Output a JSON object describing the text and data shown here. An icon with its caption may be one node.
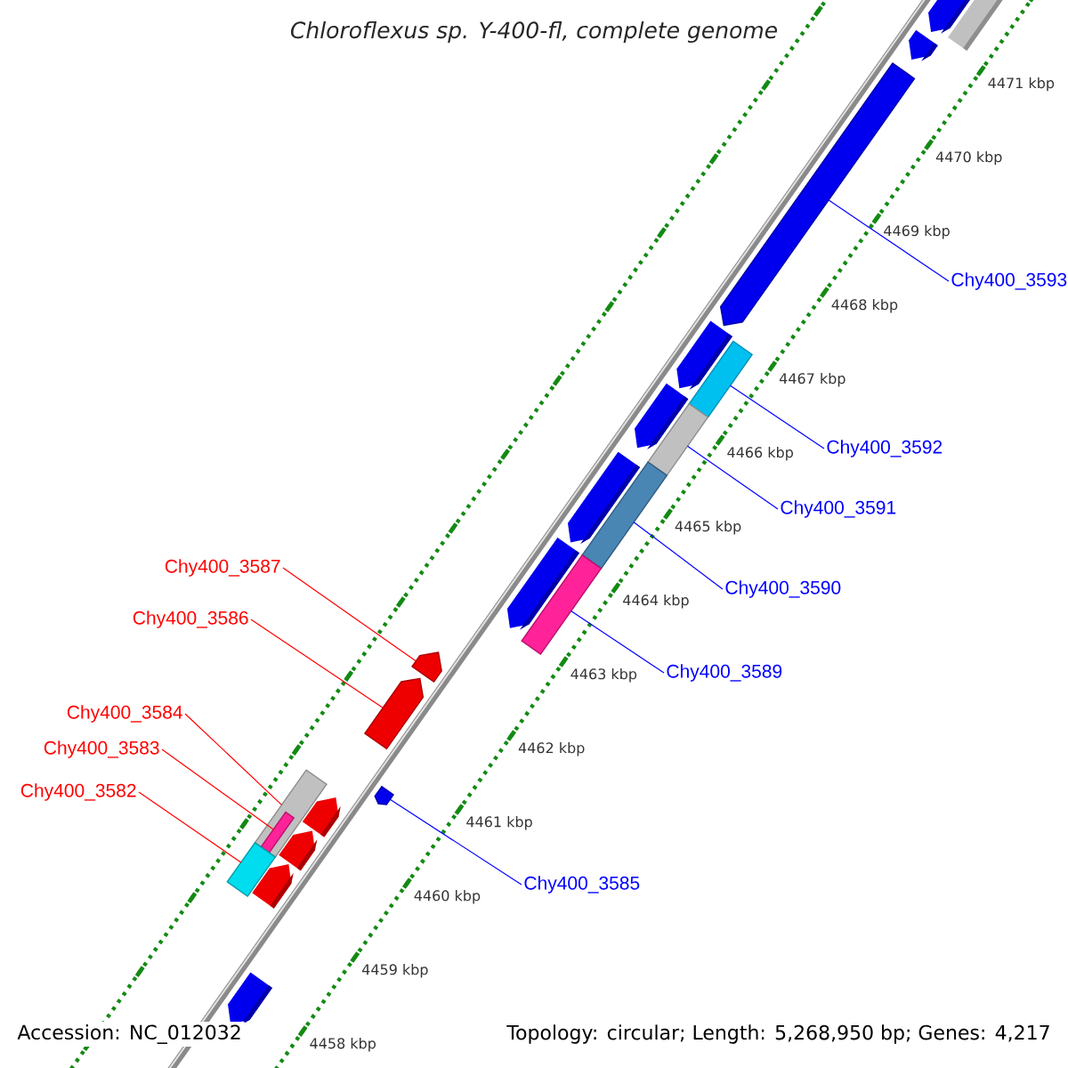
{
  "diagram": {
    "title": "Chloroflexus sp. Y-400-fl, complete genome",
    "nodes": [
      {
        "text": [
          "Chy400_3593"
        ]
      },
      {
        "text": [
          "Chy400_3592"
        ]
      },
      {
        "text": [
          "Chy400_3591"
        ]
      },
      {
        "text": [
          "Chy400_3587"
        ]
      },
      {
        "text": [
          "Chy400_3590"
        ]
      },
      {
        "text": [
          "Chy400_3586"
        ]
      },
      {
        "text": [
          "Chy400_3589"
        ]
      },
      {
        "text": [
          "Chy400_3584"
        ]
      },
      {
        "text": [
          "Chy400_3583"
        ]
      },
      {
        "text": [
          "Chy400_3582"
        ]
      },
      {
        "text": [
          "Chy400_3585"
        ]
      },
      {
        "text": [],
        "shape": "arrow"
      },
      {
        "text": [],
        "shape": "bar"
      },
      {
        "text": [],
        "shape": "bar"
      },
      {
        "text": [],
        "shape": "arrow"
      },
      {
        "text": [],
        "shape": "bar"
      },
      {
        "text": [],
        "shape": "arrow"
      },
      {
        "text": [],
        "shape": "bar"
      },
      {
        "text": [],
        "shape": "bar"
      },
      {
        "text": [],
        "shape": "bar",
        "in": 18
      },
      {
        "text": [],
        "shape": "bar"
      },
      {
        "text": [],
        "shape": "arrow"
      }
    ],
    "edges": [
      {
        "from": 0,
        "to": 11,
        "arrow": "none",
        "color": "#0000ff"
      },
      {
        "from": 1,
        "to": 12,
        "arrow": "none",
        "color": "#0000ff"
      },
      {
        "from": 2,
        "to": 13,
        "arrow": "none",
        "color": "#0000ff"
      },
      {
        "from": 3,
        "to": 14,
        "arrow": "none",
        "color": "#ff0000"
      },
      {
        "from": 4,
        "to": 15,
        "arrow": "none",
        "color": "#0000ff"
      },
      {
        "from": 5,
        "to": 16,
        "arrow": "none",
        "color": "#ff0000"
      },
      {
        "from": 6,
        "to": 17,
        "arrow": "none",
        "color": "#0000ff"
      },
      {
        "from": 7,
        "to": 18,
        "arrow": "none",
        "color": "#ff0000"
      },
      {
        "from": 8,
        "to": 19,
        "arrow": "none",
        "color": "#ff0000"
      },
      {
        "from": 9,
        "to": 20,
        "arrow": "none",
        "color": "#ff0000"
      },
      {
        "from": 10,
        "to": 21,
        "arrow": "none",
        "color": "#0000ff"
      }
    ],
    "labels": [
      "4471 kbp",
      "4470 kbp",
      "4469 kbp",
      "4468 kbp",
      "4467 kbp",
      "4466 kbp",
      "4465 kbp",
      "4464 kbp",
      "4463 kbp",
      "4462 kbp",
      "4461 kbp",
      "4460 kbp",
      "4459 kbp",
      "4458 kbp",
      "Accession: NC_012032",
      "Topology: circular; Length: 5,268,950 bp; Genes: 4,217"
    ]
  }
}
